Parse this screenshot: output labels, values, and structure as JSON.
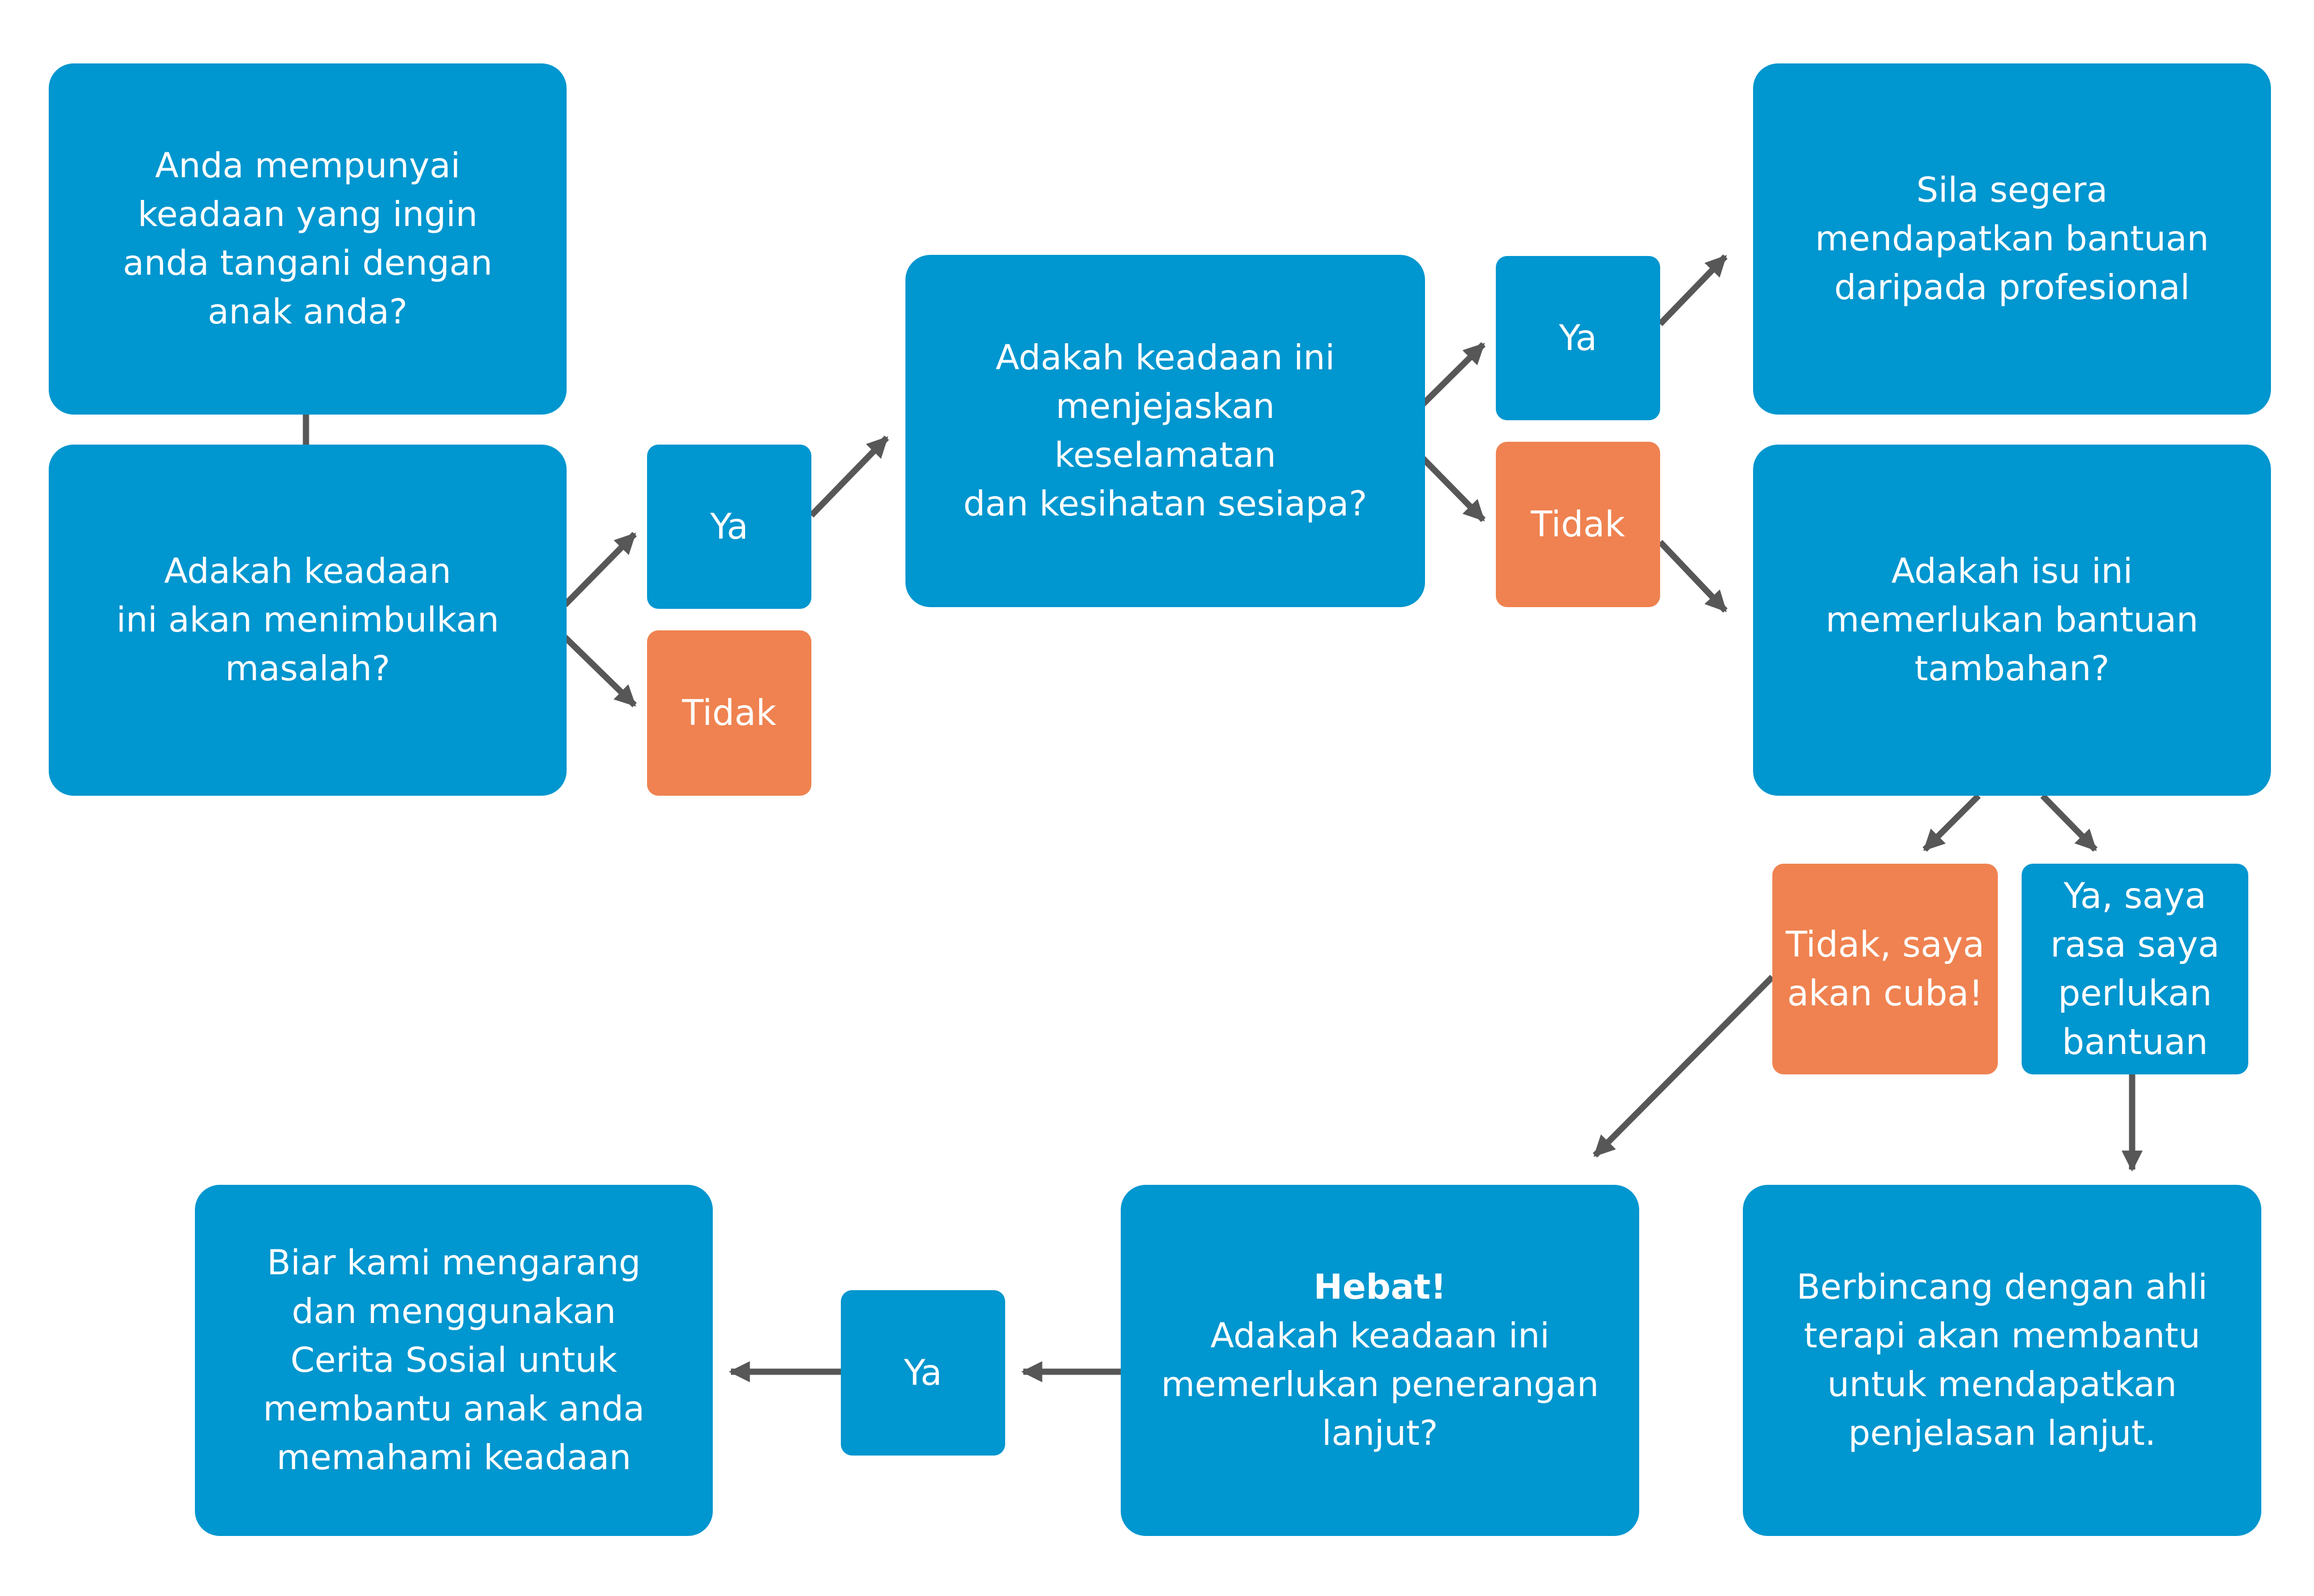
{
  "colors": {
    "blue": "#0096cf",
    "orange": "#ef8250",
    "connector": "#575757"
  },
  "nodes": {
    "start": "Anda mempunyai\nkeadaan yang ingin\nanda tangani dengan\nanak anda?",
    "problem_question": "Adakah keadaan\nini akan menimbulkan\nmasalah?",
    "problem_yes": "Ya",
    "problem_no": "Tidak",
    "safety_question": "Adakah keadaan ini\nmenjejaskan keselamatan\ndan kesihatan sesiapa?",
    "safety_yes": "Ya",
    "safety_no": "Tidak",
    "professional_help": "Sila segera\nmendapatkan bantuan\ndaripada profesional",
    "extra_help_question": "Adakah isu ini\nmemerlukan bantuan\ntambahan?",
    "help_no": "Tidak, saya\nakan cuba!",
    "help_yes": "Ya, saya\nrasa saya\nperlukan\nbantuan",
    "therapist": "Berbincang dengan ahli\nterapi akan membantu\nuntuk mendapatkan\npenjelasan lanjut.",
    "great_title": "Hebat!",
    "explain_question": "Adakah keadaan ini\nmemerlukan penerangan\nlanjut?",
    "explain_yes": "Ya",
    "social_story": "Biar kami mengarang\ndan menggunakan\nCerita Sosial untuk\nmembantu anak anda\nmemahami keadaan"
  }
}
